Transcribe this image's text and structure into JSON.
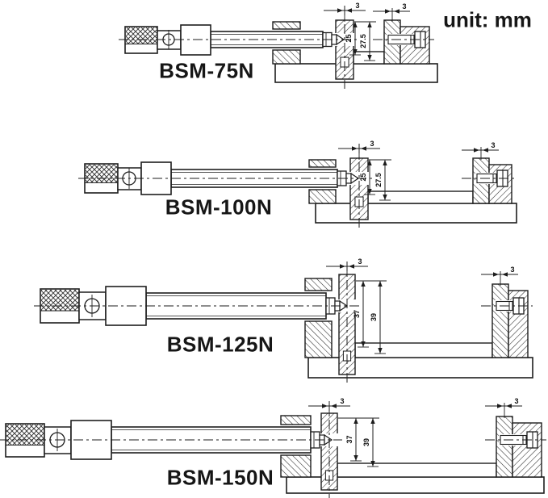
{
  "unit_label": "unit: mm",
  "drawings": [
    {
      "model": "BSM-75N",
      "tip_clearance_dim": "3",
      "anvil_clearance_dim": "3",
      "riser_height_inner": "25",
      "riser_height_outer": "27.5"
    },
    {
      "model": "BSM-100N",
      "tip_clearance_dim": "3",
      "anvil_clearance_dim": "3",
      "riser_height_inner": "25",
      "riser_height_outer": "27.5"
    },
    {
      "model": "BSM-125N",
      "tip_clearance_dim": "3",
      "anvil_clearance_dim": "3",
      "riser_height_inner": "37",
      "riser_height_outer": "39"
    },
    {
      "model": "BSM-150N",
      "tip_clearance_dim": "3",
      "anvil_clearance_dim": "3",
      "riser_height_inner": "37",
      "riser_height_outer": "39"
    }
  ]
}
